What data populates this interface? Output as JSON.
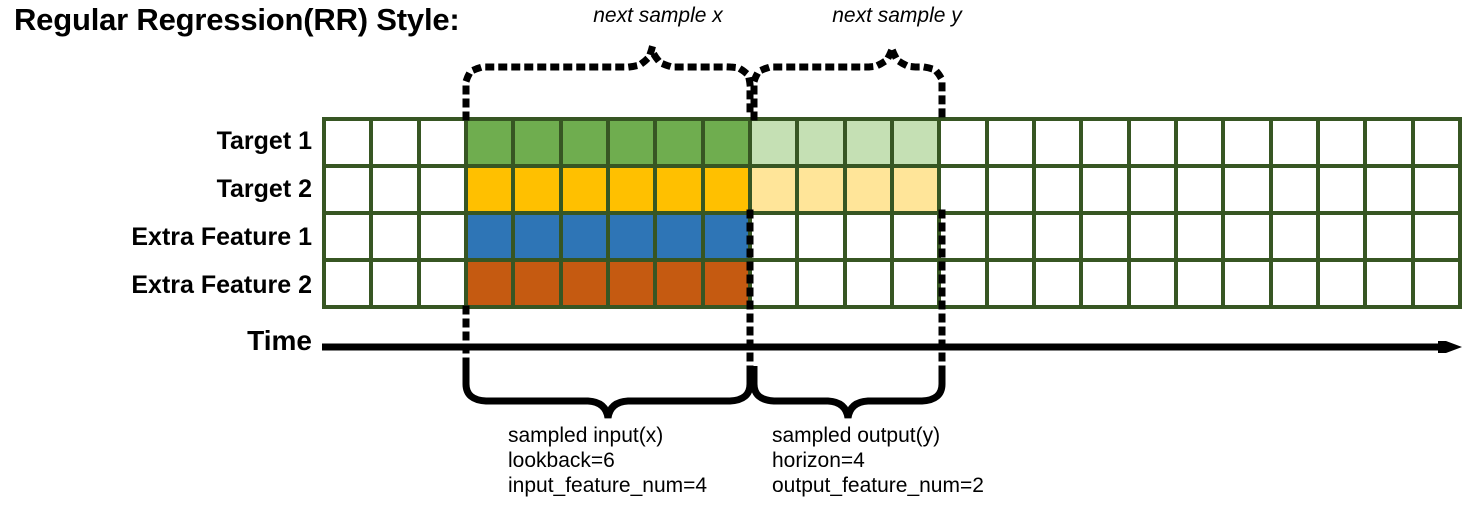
{
  "title": "Regular Regression(RR) Style:",
  "annotations": {
    "next_sample_x": "next sample x",
    "next_sample_y": "next sample y"
  },
  "rows": [
    {
      "label": "Target 1",
      "fill_input": "#6fad4f",
      "fill_output": "#c5e0b4",
      "has_output": true
    },
    {
      "label": "Target 2",
      "fill_input": "#ffc000",
      "fill_output": "#ffe599",
      "has_output": true
    },
    {
      "label": "Extra Feature 1",
      "fill_input": "#2e75b6",
      "fill_output": "#ffffff",
      "has_output": false
    },
    {
      "label": "Extra Feature 2",
      "fill_input": "#c55a11",
      "fill_output": "#ffffff",
      "has_output": false
    }
  ],
  "grid": {
    "total_columns": 24,
    "lead_blank_columns": 3,
    "input_columns": 6,
    "output_columns": 4,
    "border_color": "#375623",
    "empty_fill": "#ffffff"
  },
  "time_axis": {
    "label": "Time"
  },
  "captions": {
    "input": {
      "line1": "sampled input(x)",
      "line2": "lookback=6",
      "line3": "input_feature_num=4"
    },
    "output": {
      "line1": "sampled output(y)",
      "line2": "horizon=4",
      "line3": "output_feature_num=2"
    }
  }
}
